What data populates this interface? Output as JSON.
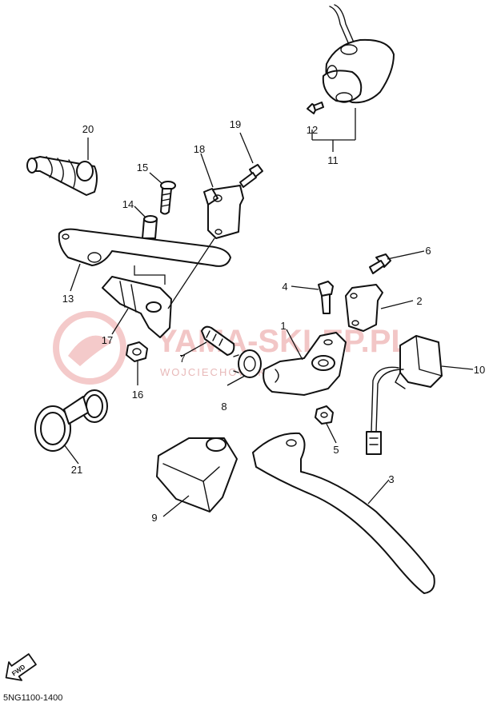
{
  "watermark": {
    "title": "YAMA-SKLEP.PL",
    "subtitle": "WOJCIECHOWSKI BOGDAN"
  },
  "callouts": {
    "n1": "1",
    "n2": "2",
    "n3": "3",
    "n4": "4",
    "n5": "5",
    "n6": "6",
    "n7": "7",
    "n8": "8",
    "n9": "9",
    "n10": "10",
    "n11": "11",
    "n12": "12",
    "n13": "13",
    "n14": "14",
    "n15": "15",
    "n16": "16",
    "n17": "17",
    "n18": "18",
    "n19": "19",
    "n20": "20",
    "n21": "21"
  },
  "fwd_label": "FWD",
  "diagram_code": "5NG1100-1400"
}
